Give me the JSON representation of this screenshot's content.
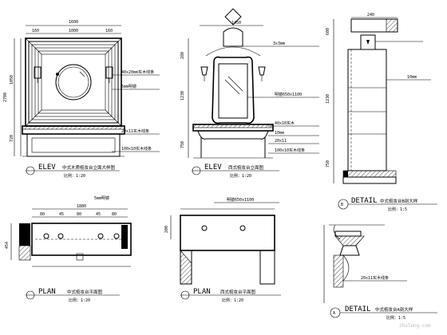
{
  "drawings": {
    "elev_chinese": {
      "tag": "ELEV",
      "title_cn": "中式木质梳妆台立面大样图",
      "scale": "比例：1:20",
      "dim_top": "1600",
      "dim_parts": [
        "160",
        "1000",
        "160"
      ],
      "dim_left": [
        "2700",
        "1050",
        "720"
      ],
      "callouts": [
        "40x20mm实木线条",
        "5mm明镜",
        "20x11实木线条",
        "100x10实木线条"
      ]
    },
    "elev_western": {
      "tag": "ELEV",
      "title_cn": "西式梳妆台立面图",
      "scale": "比例：1:20",
      "dim_top": "1450",
      "dim_left": [
        "280",
        "1230",
        "750"
      ],
      "callouts": [
        "3x3mm",
        "明镜650x1100",
        "40x16实木",
        "10mm",
        "20x11",
        "100x10实木线条"
      ]
    },
    "detail_b": {
      "tag": "DETAIL",
      "title_cn": "中式梳妆台B剖大样",
      "scale": "比例：1:5",
      "dim_top": "240",
      "dim_left": [
        "600",
        "1230",
        "750"
      ],
      "callouts": [
        "10mm"
      ],
      "marker": "B"
    },
    "plan_chinese": {
      "tag": "PLAN",
      "title_cn": "中式梳妆台平面图",
      "scale": "比例：1:20",
      "dim_top": "5mm明镜",
      "dim_parts": [
        "80",
        "45",
        "80",
        "45",
        "80"
      ],
      "dim_total": "1880",
      "dim_left": "454"
    },
    "plan_western": {
      "tag": "PLAN",
      "title_cn": "西式梳妆台平面图",
      "scale": "比例：1:20",
      "callouts": [
        "明镜650x1100"
      ],
      "dim_left": "200"
    },
    "detail_a": {
      "tag": "DETAIL",
      "title_cn": "中式梳妆台A剖大样",
      "scale": "比例：1:5",
      "callouts": [
        "20x11实木线条"
      ],
      "marker": "A"
    }
  },
  "watermark": "zhulong.com"
}
